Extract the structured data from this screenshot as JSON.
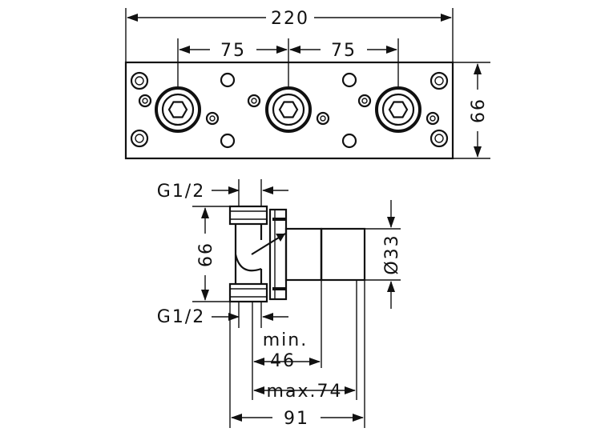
{
  "front_view": {
    "overall_width": "220",
    "spacing_left": "75",
    "spacing_right": "75",
    "height": "66"
  },
  "side_view": {
    "thread_top": "G1/2",
    "thread_bottom": "G1/2",
    "height": "66",
    "diameter": "Ø33",
    "min_label": "min.",
    "min_value": "46",
    "max_value": "max.74",
    "overall_depth": "91"
  }
}
